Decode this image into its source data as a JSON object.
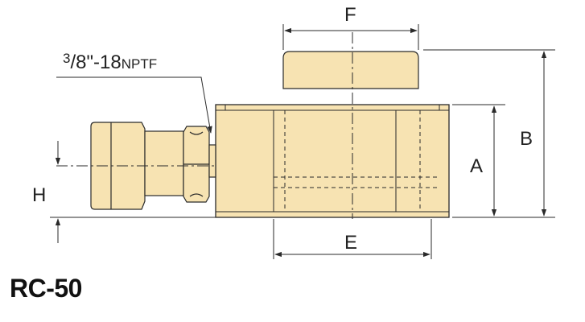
{
  "colors": {
    "body_fill": "#f7e3b2",
    "outline": "#2a2a2a",
    "dim_line": "#2a2a2a"
  },
  "thread": {
    "num": "3",
    "den": "8",
    "rest": "\"-18",
    "suffix": "NPTF"
  },
  "dimensions": {
    "a": "A",
    "b": "B",
    "e": "E",
    "f": "F",
    "h": "H"
  },
  "model": "RC-50"
}
